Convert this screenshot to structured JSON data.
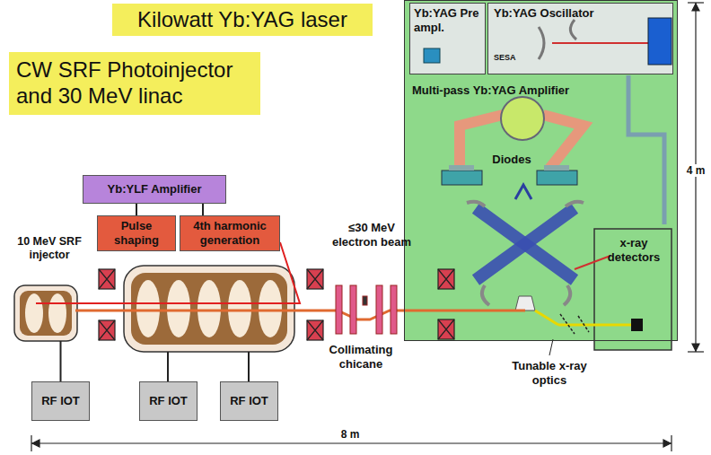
{
  "diagram": {
    "nodes": [
      {
        "text": [
          "Kilowatt Yb:YAG laser"
        ]
      },
      {
        "text": [
          "CW SRF Photoinjector and 30 MeV linac"
        ]
      },
      {
        "text": [
          "Multi-pass Yb:YAG Amplifier"
        ]
      },
      {
        "text": [
          "Yb:YAG Pre ampl."
        ],
        "in": 2
      },
      {
        "text": [
          "Yb:YAG Oscillator",
          "SESA"
        ],
        "in": 2
      },
      {
        "text": [
          "x-ray detectors"
        ]
      },
      {
        "text": [
          "Yb:YLF Amplifier"
        ]
      },
      {
        "text": [
          "Pulse shaping"
        ]
      },
      {
        "text": [
          "4th harmonic generation"
        ]
      },
      {
        "text": [
          "10 MeV SRF injector"
        ]
      },
      {
        "text": [
          "RF IOT"
        ]
      },
      {
        "text": [
          "RF IOT"
        ]
      },
      {
        "text": [
          "RF IOT"
        ]
      }
    ],
    "edges": [
      {
        "from": 6,
        "to": 7,
        "arrow": "none"
      },
      {
        "from": 6,
        "to": 8,
        "arrow": "none"
      },
      {
        "from": 10,
        "to": 9,
        "arrow": "none"
      }
    ],
    "labels": [
      "≤30 MeV electron beam",
      "Collimating chicane",
      "Tunable x-ray optics",
      "Diodes",
      "4 m",
      "8 m"
    ]
  }
}
